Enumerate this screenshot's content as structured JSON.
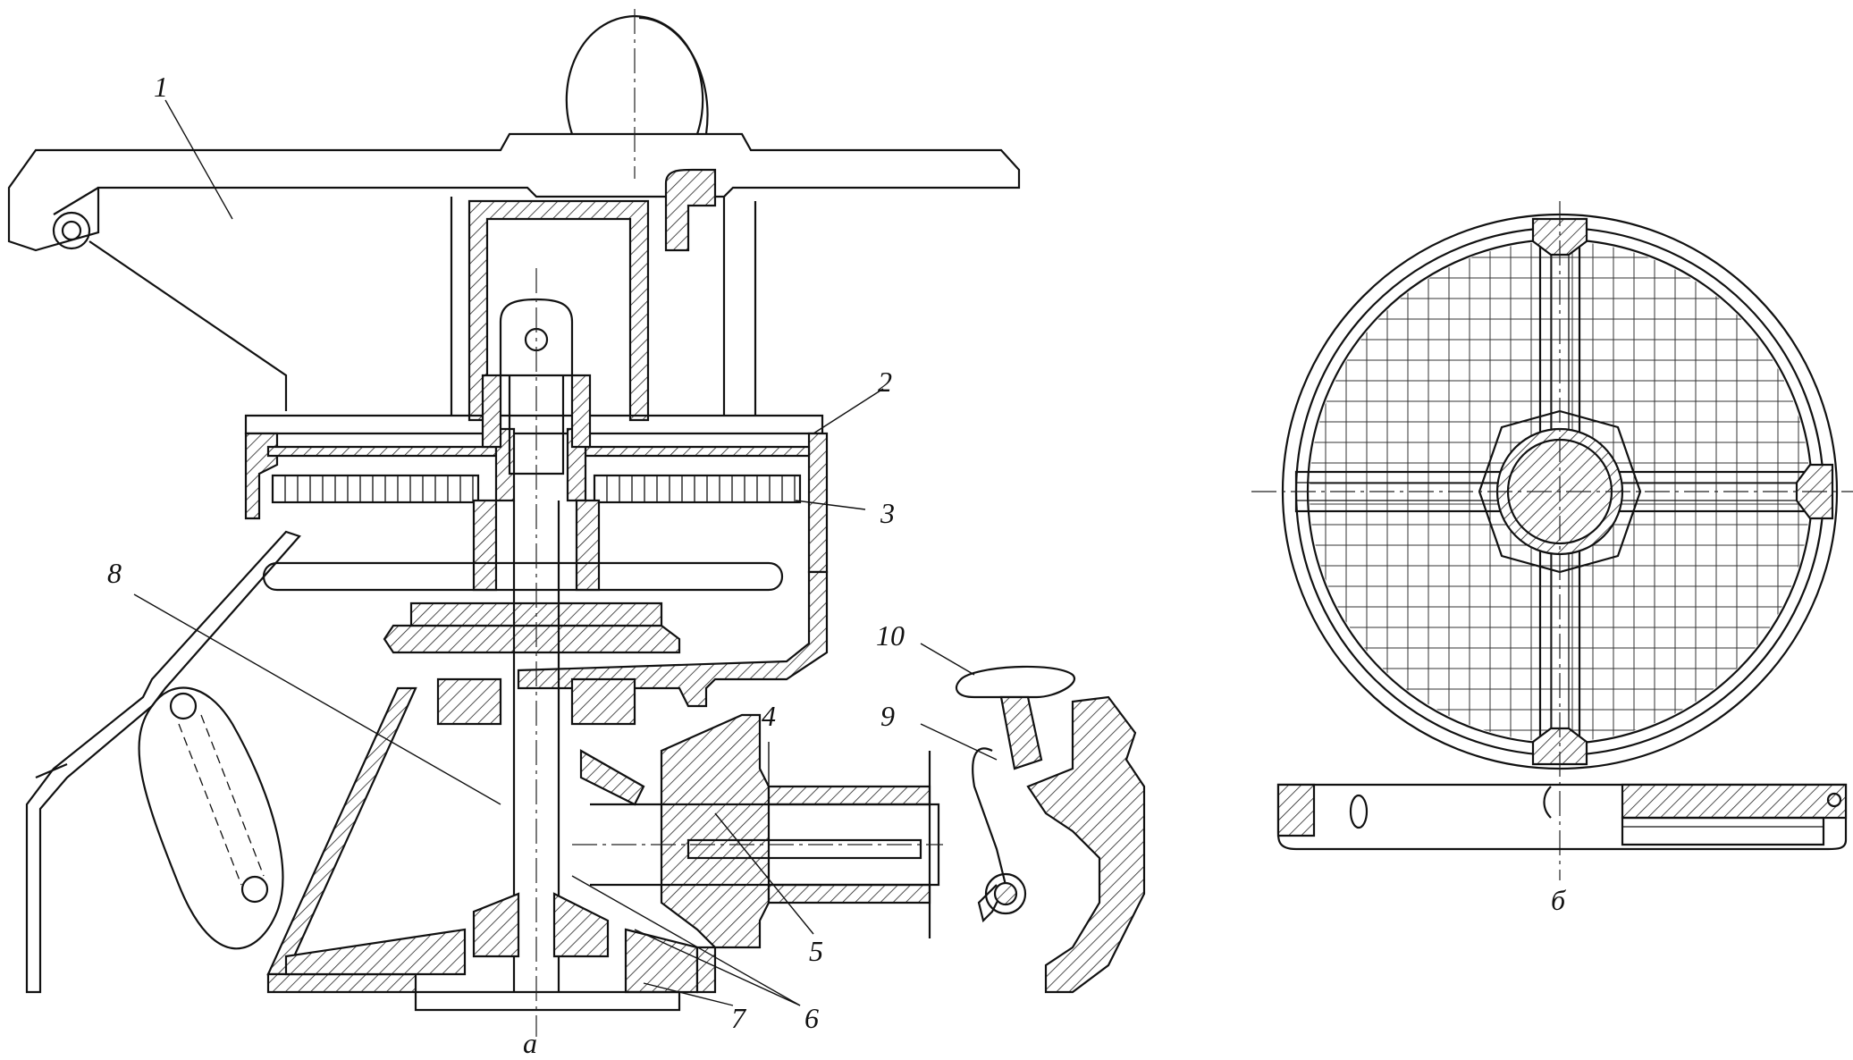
{
  "labels": {
    "p1": "1",
    "p2": "2",
    "p3": "3",
    "p4": "4",
    "p5": "5",
    "p6": "6",
    "p7": "7",
    "p8": "8",
    "p9": "9",
    "p10": "10"
  },
  "views": {
    "a": "а",
    "b": "б"
  }
}
